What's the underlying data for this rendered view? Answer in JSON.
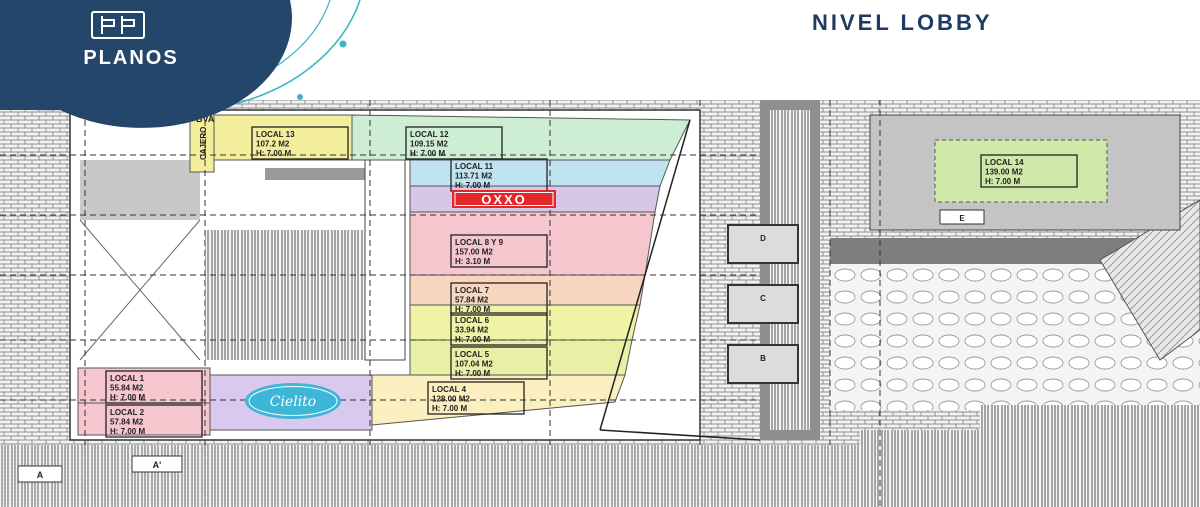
{
  "header": {
    "badge_label": "PLANOS",
    "badge_icon": "blueprint-logo-icon",
    "title": "NIVEL LOBBY"
  },
  "colors": {
    "badge_navy": "#24466b",
    "badge_ring": "#3fb4c6",
    "title_navy": "#1f3b63",
    "local13": "#f3ee9b",
    "local12": "#cdeed3",
    "local11": "#bfe3ef",
    "oxxo_band": "#d7c6e6",
    "local8": "#f6c6cf",
    "local7": "#f7d6bf",
    "local6": "#eef3a6",
    "local5": "#e9f0a6",
    "local4": "#fbeebf",
    "local1": "#f6c6cf",
    "local2": "#f6c6cf",
    "cielito_band": "#d9c9ee",
    "local14": "#cfe9a8",
    "oxxo_red": "#e3262a"
  },
  "plan": {
    "bva_label": "BVA",
    "cajero_label": "CAJERO",
    "units": [
      {
        "id": "local13",
        "label": "LOCAL 13",
        "lines": [
          "107.2 M2",
          "H: 7.00 M"
        ]
      },
      {
        "id": "local12",
        "label": "LOCAL 12",
        "lines": [
          "109.15 M2",
          "H: 7.00 M"
        ]
      },
      {
        "id": "local11",
        "label": "LOCAL 11",
        "lines": [
          "113.71 M2",
          "H: 7.00 M"
        ]
      },
      {
        "id": "local8",
        "label": "LOCAL 8 Y 9",
        "lines": [
          "157.00 M2",
          "H: 3.10 M"
        ]
      },
      {
        "id": "local7",
        "label": "LOCAL 7",
        "lines": [
          "57.84 M2",
          "H: 7.00 M"
        ]
      },
      {
        "id": "local6",
        "label": "LOCAL 6",
        "lines": [
          "33.94 M2",
          "H: 7.00 M"
        ]
      },
      {
        "id": "local5",
        "label": "LOCAL 5",
        "lines": [
          "107.04 M2",
          "H: 7.00 M"
        ]
      },
      {
        "id": "local4",
        "label": "LOCAL 4",
        "lines": [
          "128.00 M2",
          "H: 7.00 M"
        ]
      },
      {
        "id": "local1",
        "label": "LOCAL 1",
        "lines": [
          "55.84 M2",
          "H: 7.00 M"
        ]
      },
      {
        "id": "local2",
        "label": "LOCAL 2",
        "lines": [
          "57.84 M2",
          "H: 7.00 M"
        ]
      },
      {
        "id": "local14",
        "label": "LOCAL 14",
        "lines": [
          "139.00 M2",
          "H: 7.00 M"
        ]
      }
    ],
    "oxxo_logo": "OXXO",
    "cielito_logo": "Cielito",
    "elevators": [
      "D",
      "C",
      "B"
    ],
    "marker_e": "E",
    "markers_bottom": [
      "A",
      "A'"
    ]
  }
}
